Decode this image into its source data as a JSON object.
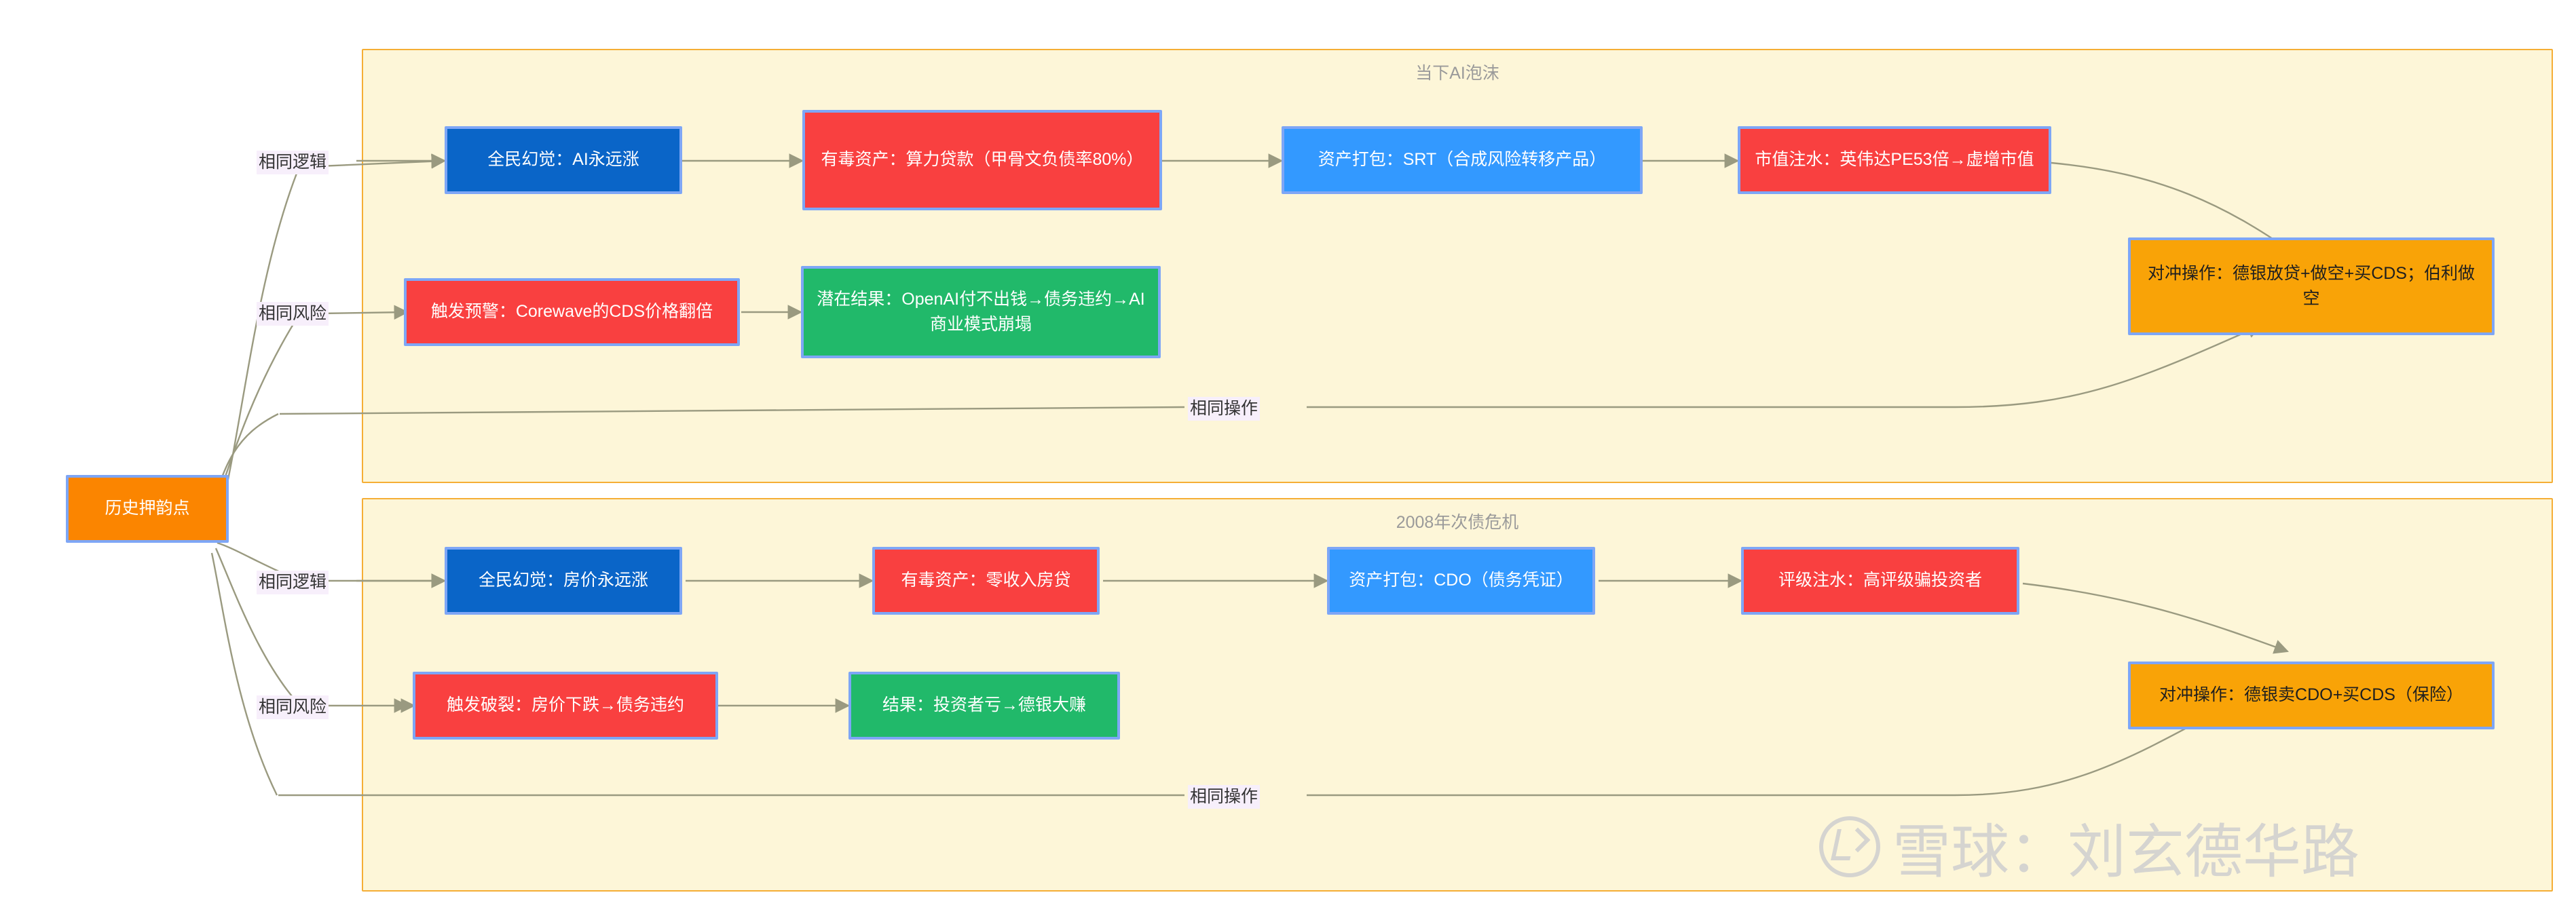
{
  "root": {
    "start_node": "历史押韵点"
  },
  "subgraphs": [
    {
      "id": "ai_bubble",
      "title": "当下AI泡沫",
      "nodes": [
        {
          "id": "a1",
          "label": "全民幻觉：AI永远涨",
          "color": "#0a65c8"
        },
        {
          "id": "a2",
          "label": "有毒资产：算力贷款（甲骨文负债率80%）",
          "color": "#F94040"
        },
        {
          "id": "a3",
          "label": "资产打包：SRT（合成风险转移产品）",
          "color": "#3399FF"
        },
        {
          "id": "a4",
          "label": "市值注水：英伟达PE53倍→虚增市值",
          "color": "#F94040"
        },
        {
          "id": "a5",
          "label": "触发预警：Corewave的CDS价格翻倍",
          "color": "#F94040"
        },
        {
          "id": "a6",
          "label": "潜在结果：OpenAI付不出钱→债务违约→AI商业模式崩塌",
          "color": "#21B96A"
        },
        {
          "id": "a7",
          "label": "对冲操作：德银放贷+做空+买CDS；伯利做空",
          "color": "#F9A307"
        }
      ]
    },
    {
      "id": "subprime_2008",
      "title": "2008年次债危机",
      "nodes": [
        {
          "id": "b1",
          "label": "全民幻觉：房价永远涨",
          "color": "#0a65c8"
        },
        {
          "id": "b2",
          "label": "有毒资产：零收入房贷",
          "color": "#F94040"
        },
        {
          "id": "b3",
          "label": "资产打包：CDO（债务凭证）",
          "color": "#3399FF"
        },
        {
          "id": "b4",
          "label": "评级注水：高评级骗投资者",
          "color": "#F94040"
        },
        {
          "id": "b5",
          "label": "触发破裂：房价下跌→债务违约",
          "color": "#F94040"
        },
        {
          "id": "b6",
          "label": "结果：投资者亏→德银大赚",
          "color": "#21B96A"
        },
        {
          "id": "b7",
          "label": "对冲操作：德银卖CDO+买CDS（保险）",
          "color": "#F9A307"
        }
      ]
    }
  ],
  "edge_labels": {
    "same_logic_top": "相同逻辑",
    "same_risk_top": "相同风险",
    "same_action_top": "相同操作",
    "same_logic_bottom": "相同逻辑",
    "same_risk_bottom": "相同风险",
    "same_action_bottom": "相同操作"
  },
  "watermark": {
    "text": "雪球：刘玄德华路",
    "logo": "snowball-logo-icon"
  },
  "colors": {
    "subgraph_fill": "#FDF6D8",
    "subgraph_border": "#F5AE35",
    "node_border": "#7EA6F6",
    "edge_stroke": "#9a9a80",
    "edge_label_bg": "#F7EFFB"
  }
}
